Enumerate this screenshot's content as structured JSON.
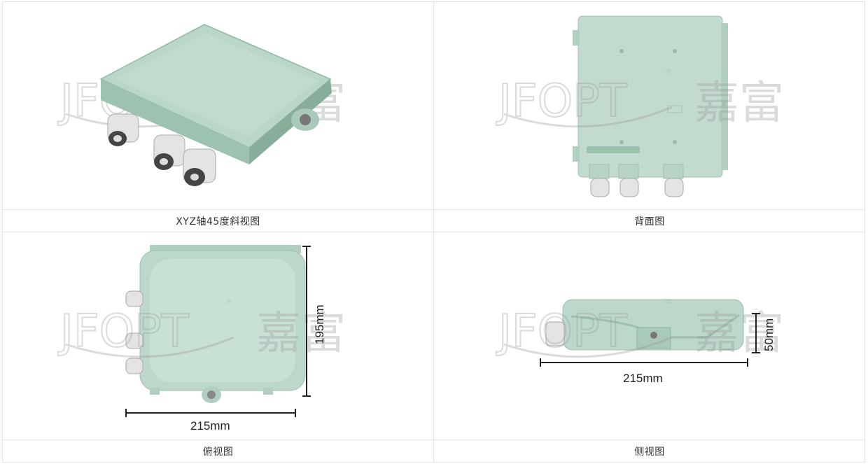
{
  "watermark": {
    "brand": "JFOPT",
    "cn": "嘉富",
    "reg": "®"
  },
  "views": [
    {
      "caption": "XYZ轴45度斜视图"
    },
    {
      "caption": "背面图"
    },
    {
      "caption": "俯视图",
      "width_label": "215mm",
      "height_label": "195mm"
    },
    {
      "caption": "侧视图",
      "width_label": "215mm",
      "height_label": "50mm"
    }
  ],
  "colors": {
    "box": "#b9d6c8",
    "box_dark": "#93b9a6",
    "gland": "#e6e6e6",
    "border": "#e2e2e2",
    "text": "#333333"
  }
}
